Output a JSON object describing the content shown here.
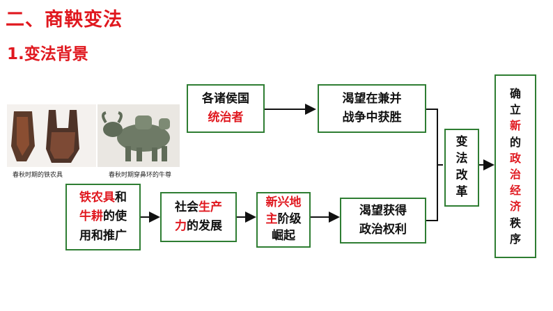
{
  "heading": {
    "section": "二、商鞅变法",
    "sub": "1.变法背景"
  },
  "images": [
    {
      "caption": "春秋时期的铁农具"
    },
    {
      "caption": "春秋时期穿鼻环的牛尊"
    }
  ],
  "boxes": {
    "rulers": {
      "line1": "各诸侯国",
      "line2_red": "统治者"
    },
    "desire_win": {
      "line1": "渴望在兼并",
      "line2": "战争中获胜"
    },
    "iron_tools": {
      "red1": "铁农具",
      "t1": "和",
      "red2": "牛耕",
      "t2": "的使",
      "line3": "用和推广"
    },
    "productivity": {
      "t1": "社会",
      "red1": "生产",
      "red2": "力",
      "t2": "的发展"
    },
    "landlords": {
      "red1": "新兴地",
      "red2": "主",
      "t1": "阶级",
      "line3": "崛起"
    },
    "desire_power": {
      "line1": "渴望获得",
      "line2": "政治权利"
    },
    "reform": {
      "chars": [
        "变",
        "法",
        "改",
        "革"
      ]
    },
    "establish": {
      "c1": "确",
      "c2": "立",
      "c3_red": "新",
      "c4": "的",
      "c5_red": "政",
      "c6_red": "治",
      "c7_red": "经",
      "c8_red": "济",
      "c9": "秩",
      "c10": "序"
    }
  },
  "colors": {
    "heading": "#e0181f",
    "highlight": "#e0181f",
    "border": "#2e7d32",
    "arrow": "#111111"
  }
}
